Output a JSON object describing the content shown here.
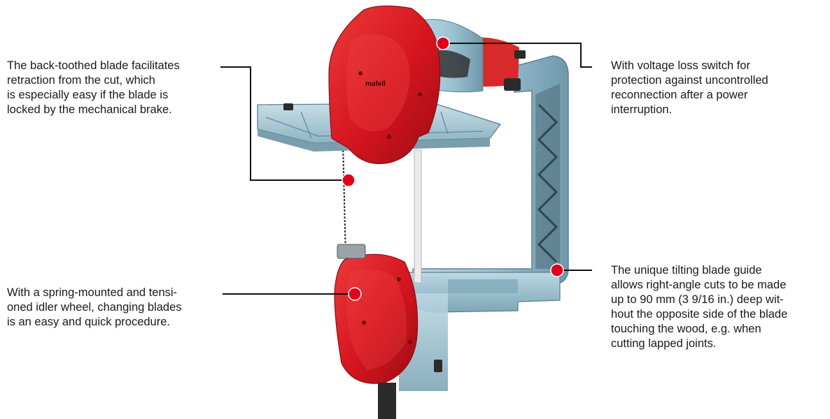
{
  "colors": {
    "marker": "#e0001a",
    "housing_red": "#d4141e",
    "frame_blue": "#9cc3d4",
    "frame_dark": "#5c7f8f",
    "leader_line": "#111111"
  },
  "brand_logo_text": "mafell",
  "callouts": [
    {
      "id": "blade-retraction",
      "lines": [
        "The back-toothed blade facilitates",
        "retraction from the cut, which",
        "is especially easy if the blade is",
        "locked by the mechanical brake."
      ]
    },
    {
      "id": "idler-wheel",
      "lines": [
        "With a spring-mounted and tensi-",
        "oned idler wheel, changing blades",
        "is an easy and quick procedure."
      ]
    },
    {
      "id": "voltage-switch",
      "lines": [
        "With voltage loss switch for",
        "protection against uncontrolled",
        "reconnection after a power",
        "interruption."
      ]
    },
    {
      "id": "tilting-guide",
      "lines": [
        "The unique tilting blade guide",
        "allows right-angle cuts to be made",
        "up to 90 mm (3 9/16 in.) deep wit-",
        "hout the opposite side of the blade",
        "touching the wood, e.g. when",
        "cutting lapped joints."
      ]
    }
  ]
}
